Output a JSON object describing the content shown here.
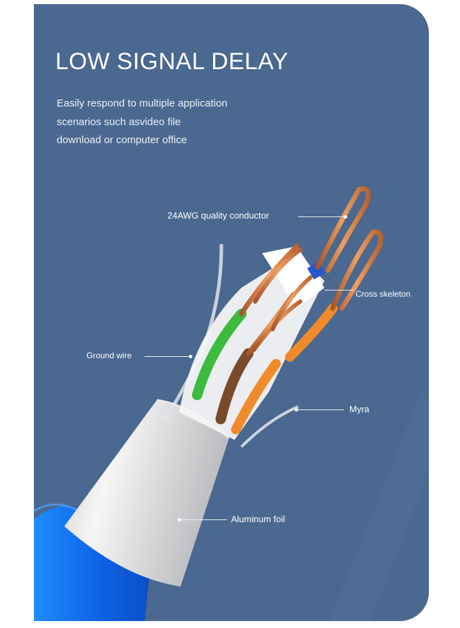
{
  "title": "LOW SIGNAL DELAY",
  "description": {
    "lines": [
      "Easily respond to multiple application",
      "scenarios such asvideo file",
      "download or computer office"
    ]
  },
  "callouts": [
    {
      "id": "conductor",
      "label": "24AWG quality conductor"
    },
    {
      "id": "cross-skeleton",
      "label": "Cross skeleton"
    },
    {
      "id": "ground-wire",
      "label": "Ground wire"
    },
    {
      "id": "myra",
      "label": "Myra"
    },
    {
      "id": "aluminum-foil",
      "label": "Aluminum foil"
    }
  ],
  "colors": {
    "panel": "#4a6890",
    "outer_jacket": "#1a6fe8",
    "foil": "#d9dadc",
    "copper": "#c9733a",
    "green_pair": "#3dbb3d",
    "brown_pair": "#7a4a2c",
    "orange_pair": "#f08a2a",
    "blue_pair": "#2857c8"
  }
}
